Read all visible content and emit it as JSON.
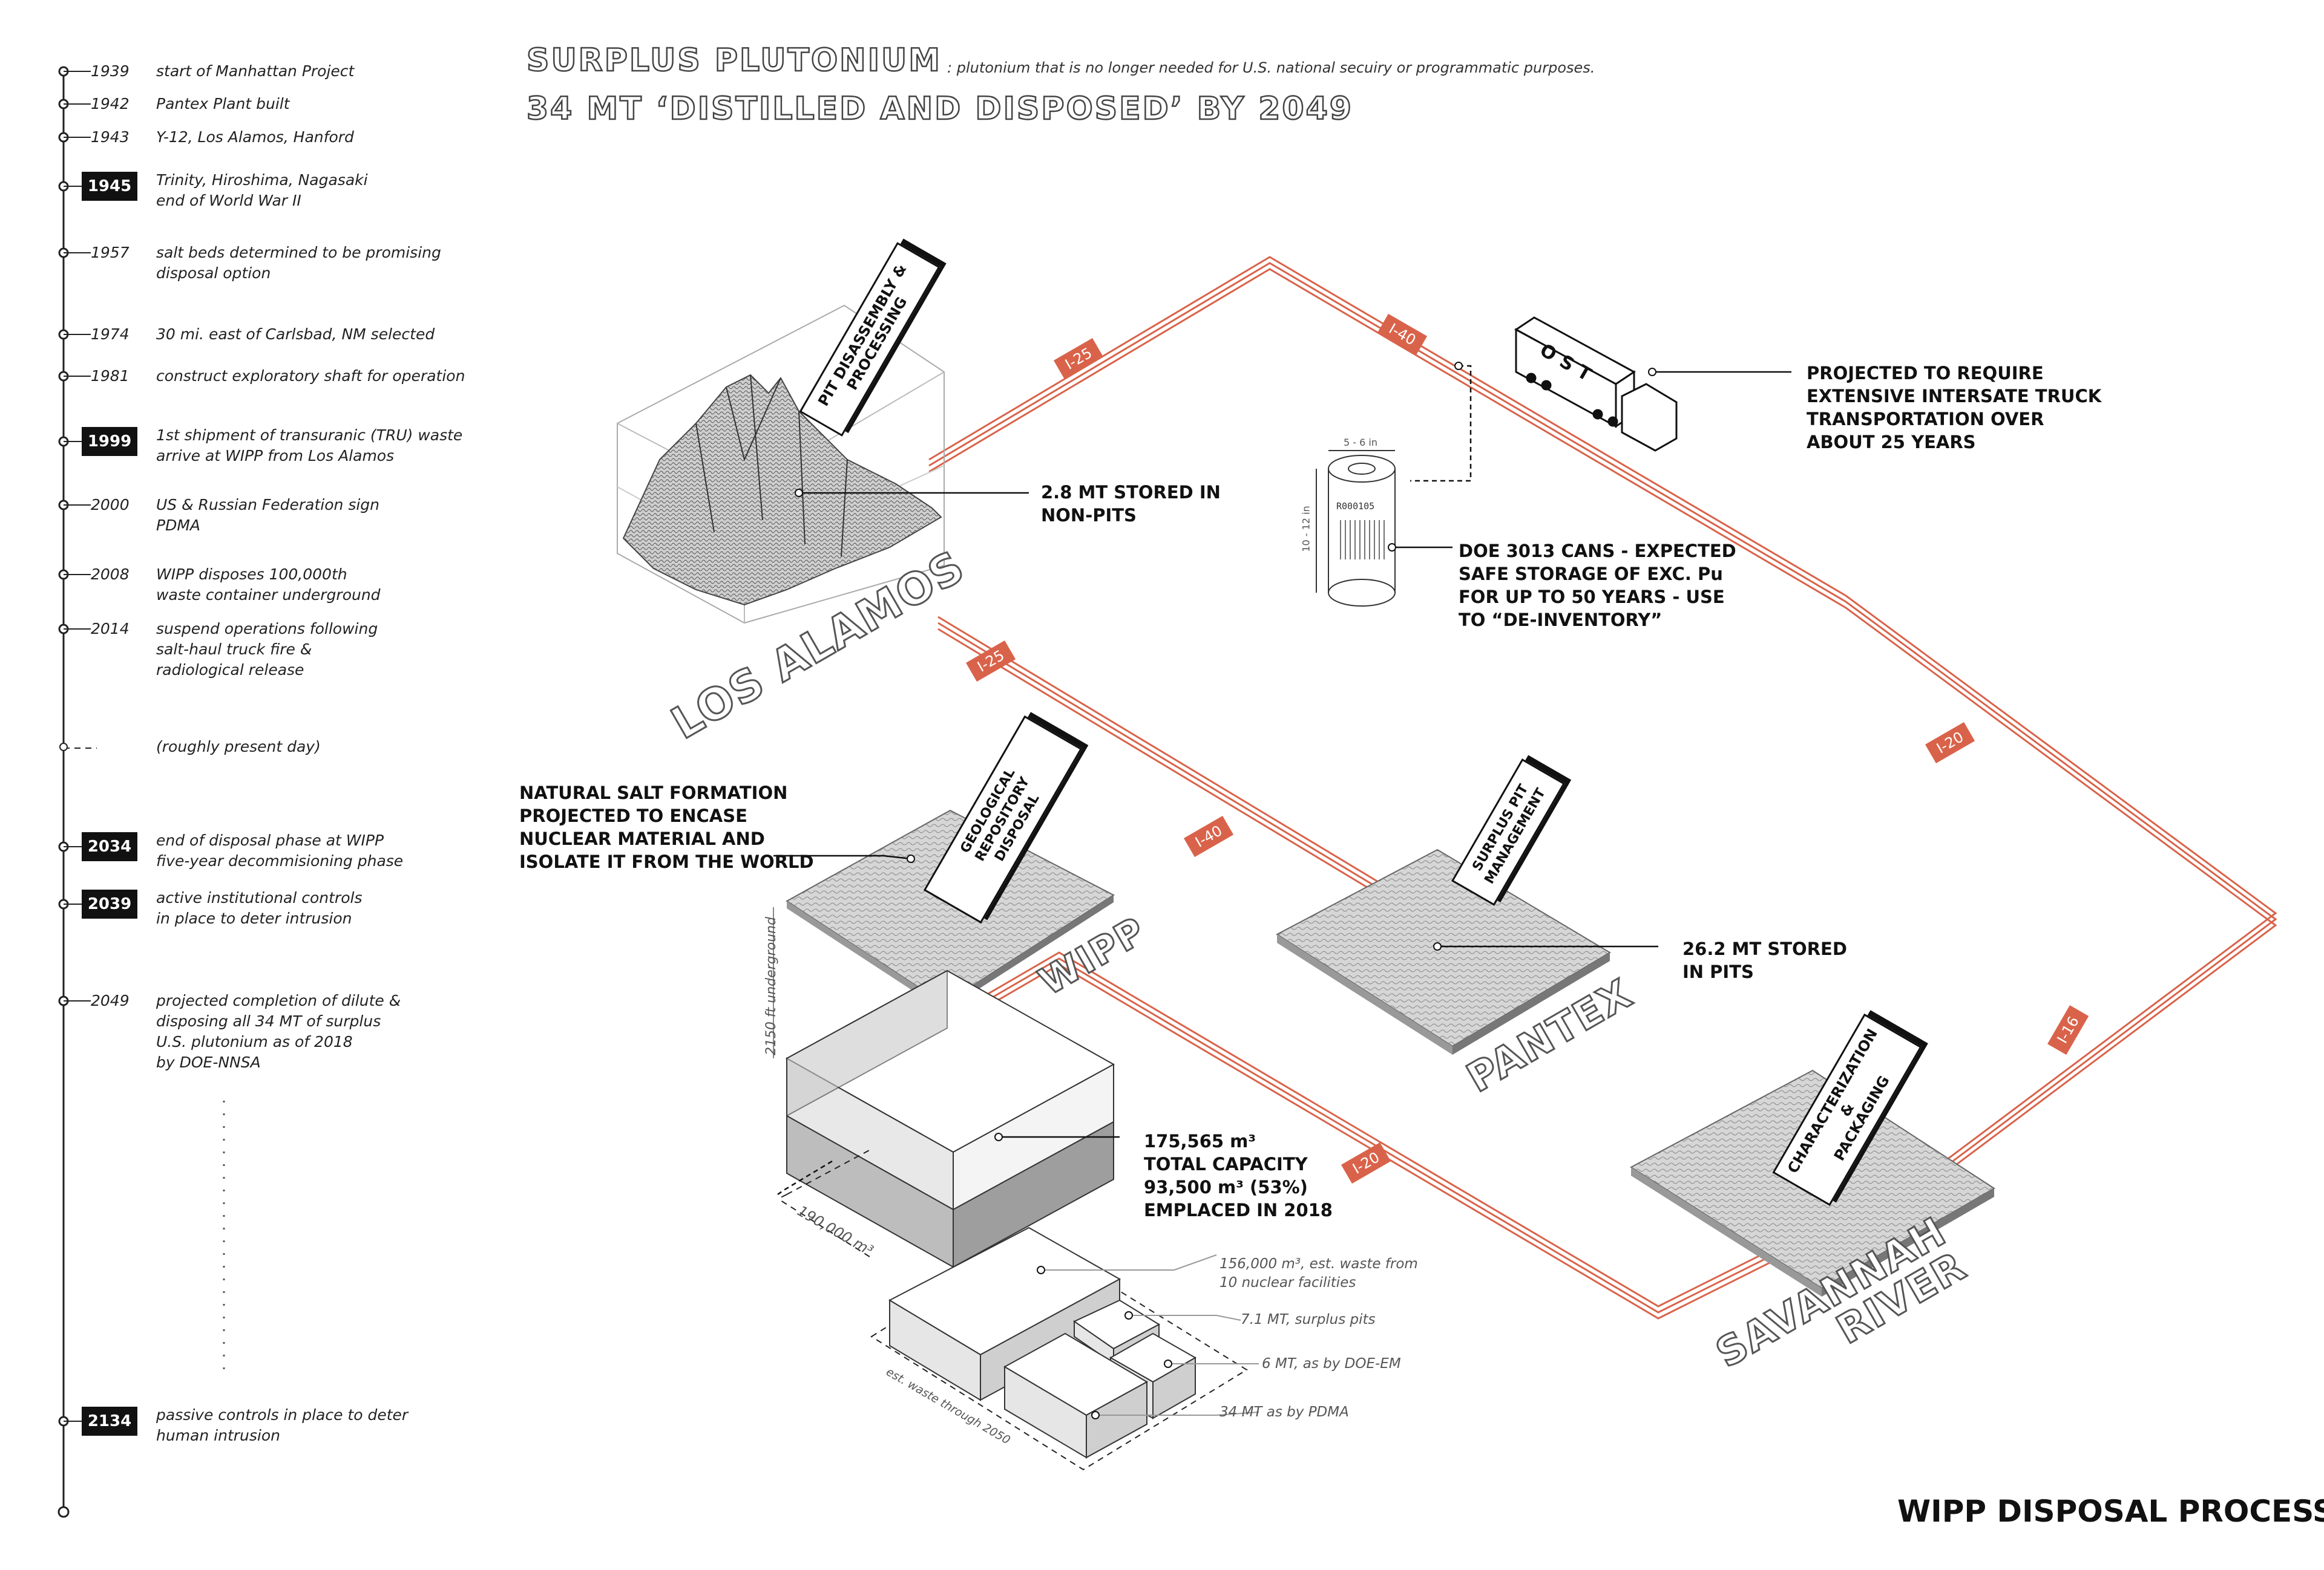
{
  "header": {
    "title_line1": "SURPLUS PLUTONIUM",
    "definition": ": plutonium that is no longer needed for U.S. national secuiry or programmatic purposes.",
    "title_line2": "34 MT ‘DISTILLED AND DISPOSED’ BY 2049"
  },
  "timeline": [
    {
      "year": "1939",
      "text": "start of Manhattan Project",
      "highlight": false
    },
    {
      "year": "1942",
      "text": "Pantex Plant built",
      "highlight": false
    },
    {
      "year": "1943",
      "text": "Y-12, Los Alamos, Hanford",
      "highlight": false
    },
    {
      "year": "1945",
      "text": "Trinity, Hiroshima, Nagasaki\nend of World War II",
      "highlight": true
    },
    {
      "year": "1957",
      "text": "salt beds determined to be promising\ndisposal option",
      "highlight": false
    },
    {
      "year": "1974",
      "text": "30 mi. east of Carlsbad, NM selected",
      "highlight": false
    },
    {
      "year": "1981",
      "text": "construct exploratory shaft for operation",
      "highlight": false
    },
    {
      "year": "1999",
      "text": "1st shipment of transuranic (TRU) waste\narrive at WIPP from Los Alamos",
      "highlight": true
    },
    {
      "year": "2000",
      "text": "US & Russian Federation sign\nPDMA",
      "highlight": false
    },
    {
      "year": "2008",
      "text": "WIPP disposes 100,000th\nwaste container underground",
      "highlight": false
    },
    {
      "year": "2014",
      "text": "suspend operations following\nsalt-haul truck fire &\nradiological release",
      "highlight": false
    },
    {
      "year": "",
      "text": "(roughly present day)",
      "highlight": false
    },
    {
      "year": "2034",
      "text": "end of disposal phase at WIPP\nfive-year decommisioning phase",
      "highlight": true
    },
    {
      "year": "2039",
      "text": "active institutional controls\nin place to deter intrusion",
      "highlight": true
    },
    {
      "year": "2049",
      "text": "projected completion of dilute &\ndisposing all 34 MT of surplus\nU.S. plutonium as of 2018\nby DOE-NNSA",
      "highlight": false
    },
    {
      "year": "2134",
      "text": "passive controls in place to deter\nhuman intrusion",
      "highlight": true
    }
  ],
  "routes": [
    "I-25",
    "I-40",
    "I-25",
    "I-40",
    "I-20",
    "I-20",
    "I-16"
  ],
  "sites": {
    "los_alamos": {
      "name": "LOS ALAMOS",
      "sign": "PIT DISASSEMBLY &\nPROCESSING",
      "callout": "2.8 MT STORED IN\nNON-PITS"
    },
    "wipp": {
      "name": "WIPP",
      "sign": "GEOLOGICAL REPOSITORY\nDISPOSAL",
      "callout": "NATURAL SALT FORMATION\nPROJECTED TO ENCASE\nNUCLEAR MATERIAL AND\nISOLATE IT FROM THE WORLD"
    },
    "pantex": {
      "name": "PANTEX",
      "sign": "SURPLUS PIT\nMANAGEMENT",
      "callout": "26.2 MT STORED\nIN PITS"
    },
    "savannah": {
      "name": "SAVANNAH\nRIVER",
      "sign": "CHARACTERIZATION &\nPACKAGING"
    }
  },
  "truck": {
    "label": "OST",
    "callout": "PROJECTED TO REQUIRE\nEXTENSIVE INTERSATE TRUCK\nTRANSPORTATION OVER\nABOUT 25 YEARS"
  },
  "can": {
    "label": "R000105",
    "width_dim": "5 - 6 in",
    "height_dim": "10 - 12 in",
    "callout": "DOE 3013 CANS - EXPECTED\nSAFE STORAGE OF EXC. Pu\nFOR UP TO 50 YEARS - USE\nTO “DE-INVENTORY”"
  },
  "repository": {
    "depth": "2150 ft underground",
    "callout": "175,565 m³\nTOTAL CAPACITY\n93,500 m³ (53%)\nEMPLACED IN 2018",
    "footprint": "190,000 m³",
    "blocks_label": "est. waste through 2050",
    "blocks": [
      "156,000 m³, est. waste from\n10 nuclear facilities",
      "7.1 MT, surplus pits",
      "6 MT, as by DOE-EM",
      "34 MT as by PDMA"
    ]
  },
  "footer": "WIPP DISPOSAL PROCESS",
  "colors": {
    "route": "#d9634a",
    "ink": "#111111",
    "terrain": "#bcbcbc"
  }
}
